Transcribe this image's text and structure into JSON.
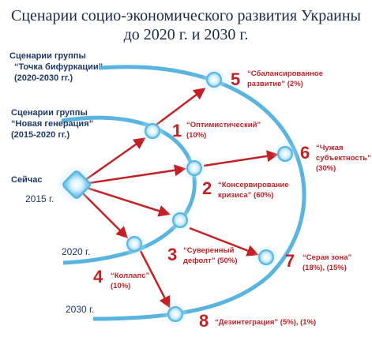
{
  "title": "Сценарии социо-экономического развития Украины\nдо 2020 г. и 2030 г.",
  "groups": {
    "bifurcation": [
      "Сценарии группы",
      "“Точка бифуркации”",
      "(2020-2030 гг.)"
    ],
    "new_generation": [
      "Сценарии группы",
      "“Новая генерация”",
      "(2015-2020 гг.)"
    ]
  },
  "now": {
    "label": "Сейчас",
    "year": "2015 г."
  },
  "years": {
    "y2020": "2020 г.",
    "y2030": "2030 г."
  },
  "scenarios": [
    {
      "num": "1",
      "lines": [
        "“Оптимистический”",
        "(10%)"
      ]
    },
    {
      "num": "2",
      "lines": [
        "“Консервирование",
        "кризиса” (60%)"
      ]
    },
    {
      "num": "3",
      "lines": [
        "“Суверенный",
        "дефолт” (50%)"
      ]
    },
    {
      "num": "4",
      "lines": [
        "“Коллапс”",
        "(10%)"
      ]
    },
    {
      "num": "5",
      "lines": [
        "“Сбалансированное",
        "развитие” (2%)"
      ]
    },
    {
      "num": "6",
      "lines": [
        "“Чужая",
        "субъектность”",
        "(30%)"
      ]
    },
    {
      "num": "7",
      "lines": [
        "“Серая зона”",
        "(18%), (15%)"
      ]
    },
    {
      "num": "8",
      "lines": [
        "“Дезинтеграция” (5%), (1%)"
      ]
    }
  ],
  "colors": {
    "arc": "#5ab4e0",
    "arrow": "#c42127",
    "text": "#1f3a68",
    "accent": "#c42127"
  }
}
